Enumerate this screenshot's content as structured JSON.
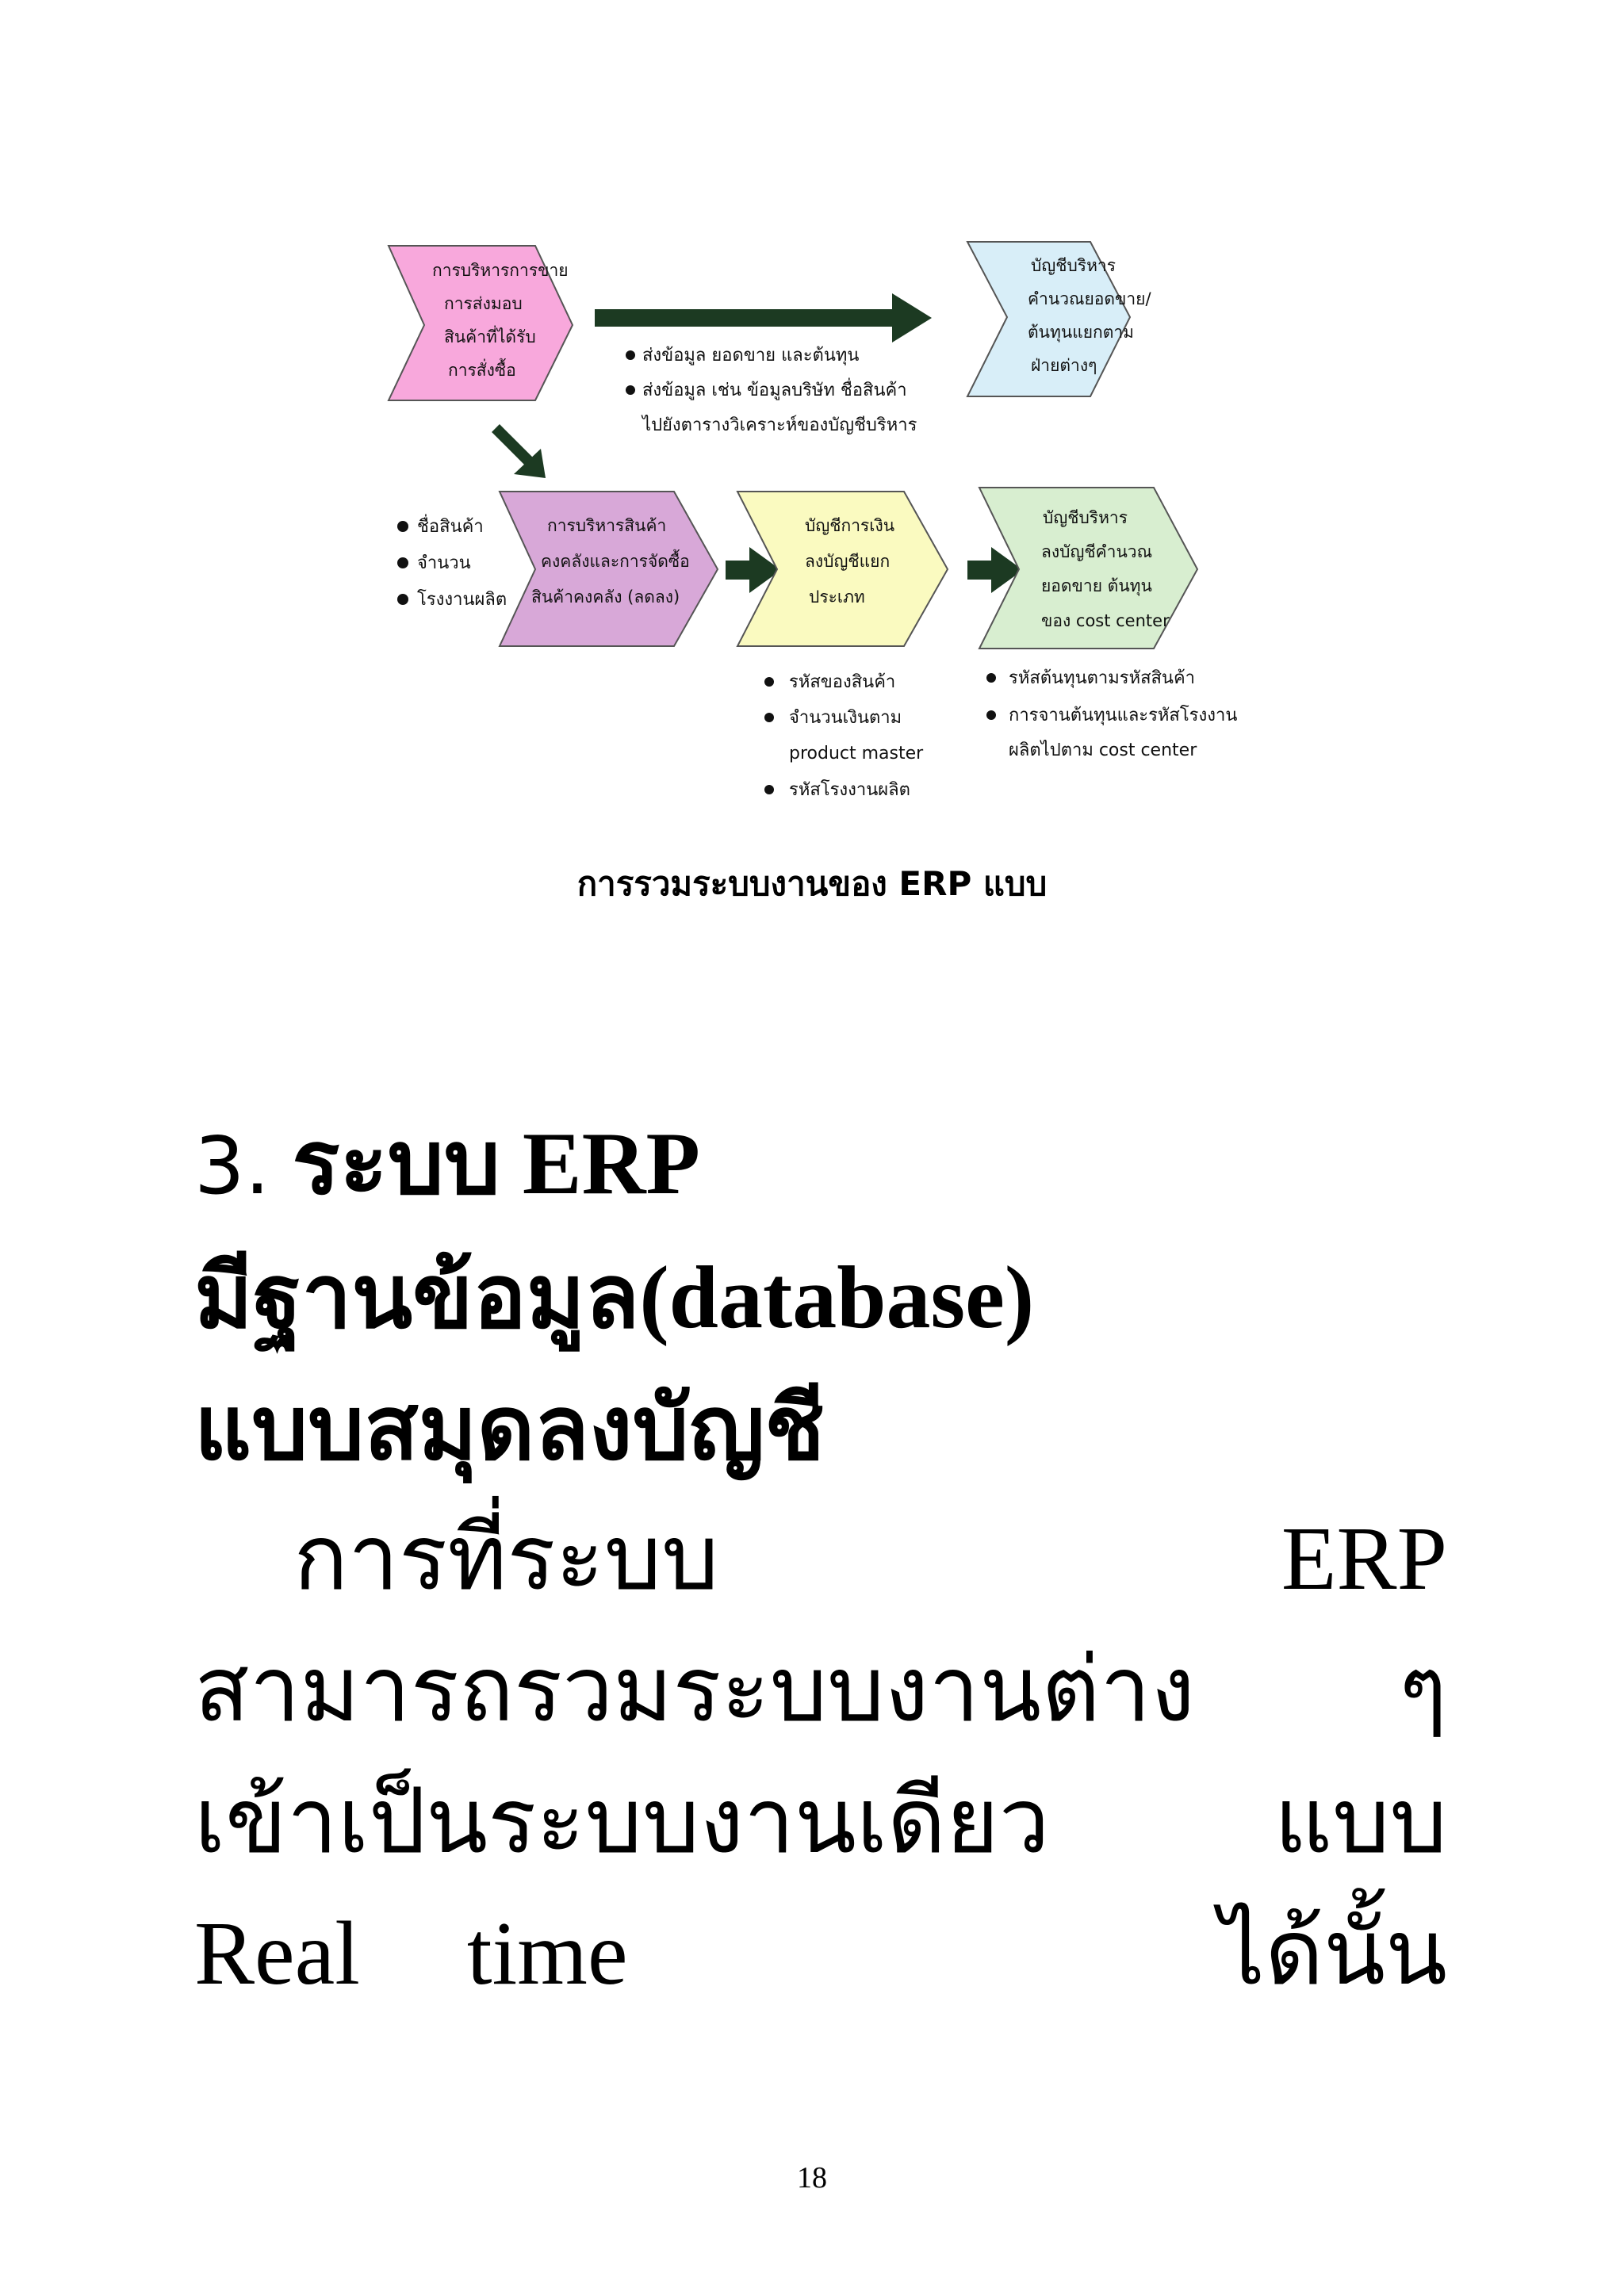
{
  "figure": {
    "chevrons": {
      "sales": [
        "การบริหารการขาย",
        "การส่งมอบ",
        "สินค้าที่ได้รับ",
        "การสั่งซื้อ"
      ],
      "management_top": [
        "บัญชีบริหาร",
        "คำนวณยอดขาย/",
        "ต้นทุนแยกตาม",
        "ฝ่ายต่างๆ"
      ],
      "inventory": [
        "การบริหารสินค้า",
        "คงคลังและการจัดซื้อ",
        "สินค้าคงคลัง (ลดลง)"
      ],
      "finance": [
        "บัญชีการเงิน",
        "ลงบัญชีแยก",
        "ประเภท"
      ],
      "management_bottom": [
        "บัญชีบริหาร",
        "ลงบัญชีคำนวณ",
        "ยอดขาย ต้นทุน",
        "ของ cost center"
      ]
    },
    "bullets": {
      "top": [
        "ส่งข้อมูล ยอดขาย และต้นทุน",
        "ส่งข้อมูล เช่น ข้อมูลบริษัท ชื่อสินค้า"
      ],
      "top_cont": "ไปยังตารางวิเคราะห์ของบัญชีบริหาร",
      "left": [
        "ชื่อสินค้า",
        "จำนวน",
        "โรงงานผลิต"
      ],
      "finance": [
        "รหัสของสินค้า",
        "จำนวนเงินตาม"
      ],
      "finance_cont": "product master",
      "finance_last": "รหัสโรงงานผลิต",
      "mgmt": [
        "รหัสต้นทุนตามรหัสสินค้า",
        "การจานต้นทุนและรหัสโรงงาน"
      ],
      "mgmt_cont": "ผลิตไปตาม cost center"
    },
    "colors": {
      "sales": "#f8a8dc",
      "management_top": "#d8eef8",
      "inventory": "#d8a8d8",
      "finance": "#fafac0",
      "management_bottom": "#d8eed0",
      "arrow": "#1c3a22"
    }
  },
  "caption": "การรวมระบบงานของ ERP แบบ",
  "heading": {
    "number": "3.",
    "line1_text": " ระบบ ERP",
    "line2": "มีฐานข้อมูล(database)",
    "line3": "แบบสมุดลงบัญชี"
  },
  "body": {
    "row1_left": "การที่ระบบ",
    "row1_right": "ERP",
    "row2_left": "สามารถรวมระบบงานต่าง",
    "row2_right": "ๆ",
    "row3_left": "เข้าเป็นระบบงานเดียว",
    "row3_right": "แบบ",
    "row4_a": "Real",
    "row4_b": "time",
    "row4_right": "ได้นั้น"
  },
  "page_number": "18"
}
